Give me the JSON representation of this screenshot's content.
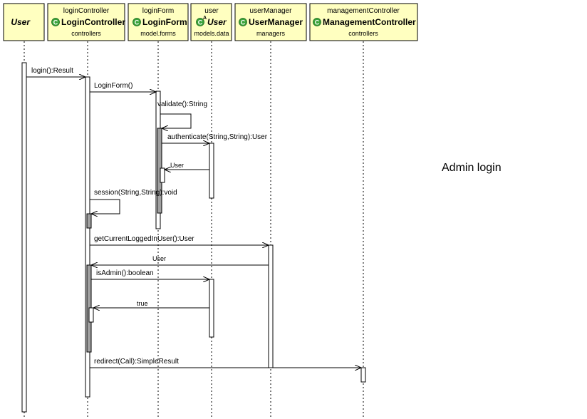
{
  "participants": [
    {
      "instance": "",
      "name": "User",
      "package": "",
      "italic": true,
      "icon": ""
    },
    {
      "instance": "loginController",
      "name": "LoginController",
      "package": "controllers",
      "italic": false,
      "icon": "class-icon"
    },
    {
      "instance": "loginForm",
      "name": "LoginForm",
      "package": "model.forms",
      "italic": false,
      "icon": "class-icon"
    },
    {
      "instance": "user",
      "name": "User",
      "package": "models.data",
      "italic": true,
      "icon": "abstract-class-icon"
    },
    {
      "instance": "userManager",
      "name": "UserManager",
      "package": "managers",
      "italic": false,
      "icon": "class-icon"
    },
    {
      "instance": "managementController",
      "name": "ManagementController",
      "package": "controllers",
      "italic": false,
      "icon": "class-icon"
    }
  ],
  "messages": [
    {
      "label": "login():Result"
    },
    {
      "label": "LoginForm()"
    },
    {
      "label": "validate():String"
    },
    {
      "label": "authenticate(String,String):User"
    },
    {
      "label": "User"
    },
    {
      "label": "session(String,String):void"
    },
    {
      "label": "getCurrentLoggedInUser():User"
    },
    {
      "label": "User"
    },
    {
      "label": "isAdmin():boolean"
    },
    {
      "label": "true"
    },
    {
      "label": "redirect(Call):SimpleResult"
    }
  ],
  "annotation": "Admin login",
  "colors": {
    "header_fill": "#ffffc0",
    "class_icon": "#3aa33a",
    "activation_dark": "#a0a0a0"
  }
}
